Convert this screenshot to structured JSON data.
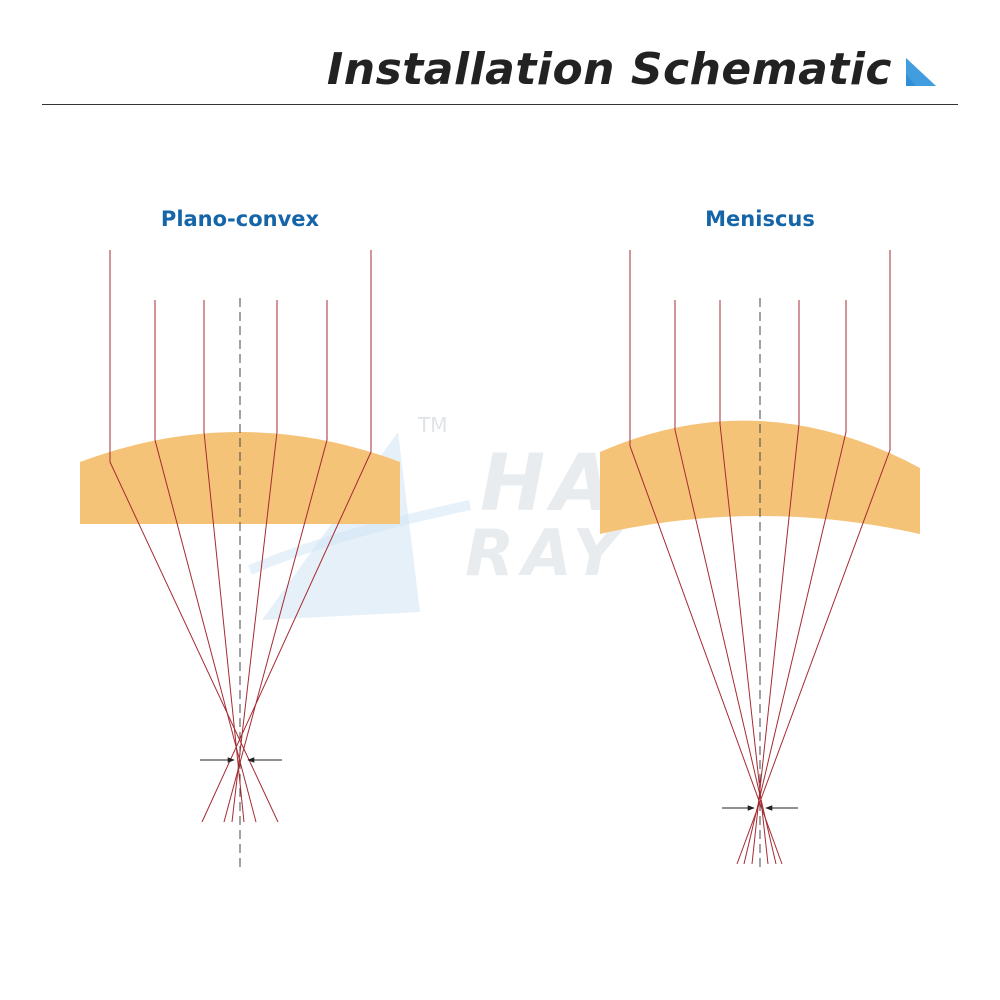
{
  "header": {
    "title": "Installation Schematic"
  },
  "watermark": {
    "line1": "HARD",
    "line2": "RAY",
    "trademark": "TM"
  },
  "diagrams": {
    "plano_convex": {
      "label": "Plano-convex"
    },
    "meniscus": {
      "label": "Meniscus"
    }
  },
  "colors": {
    "lens_fill": "#f5c377",
    "ray": "#a52b31",
    "axis": "#444444",
    "label": "#1665a8",
    "title": "#222222",
    "accent": "#2f8fd6",
    "arrow": "#222222",
    "watermark": "#cfe4f4"
  }
}
